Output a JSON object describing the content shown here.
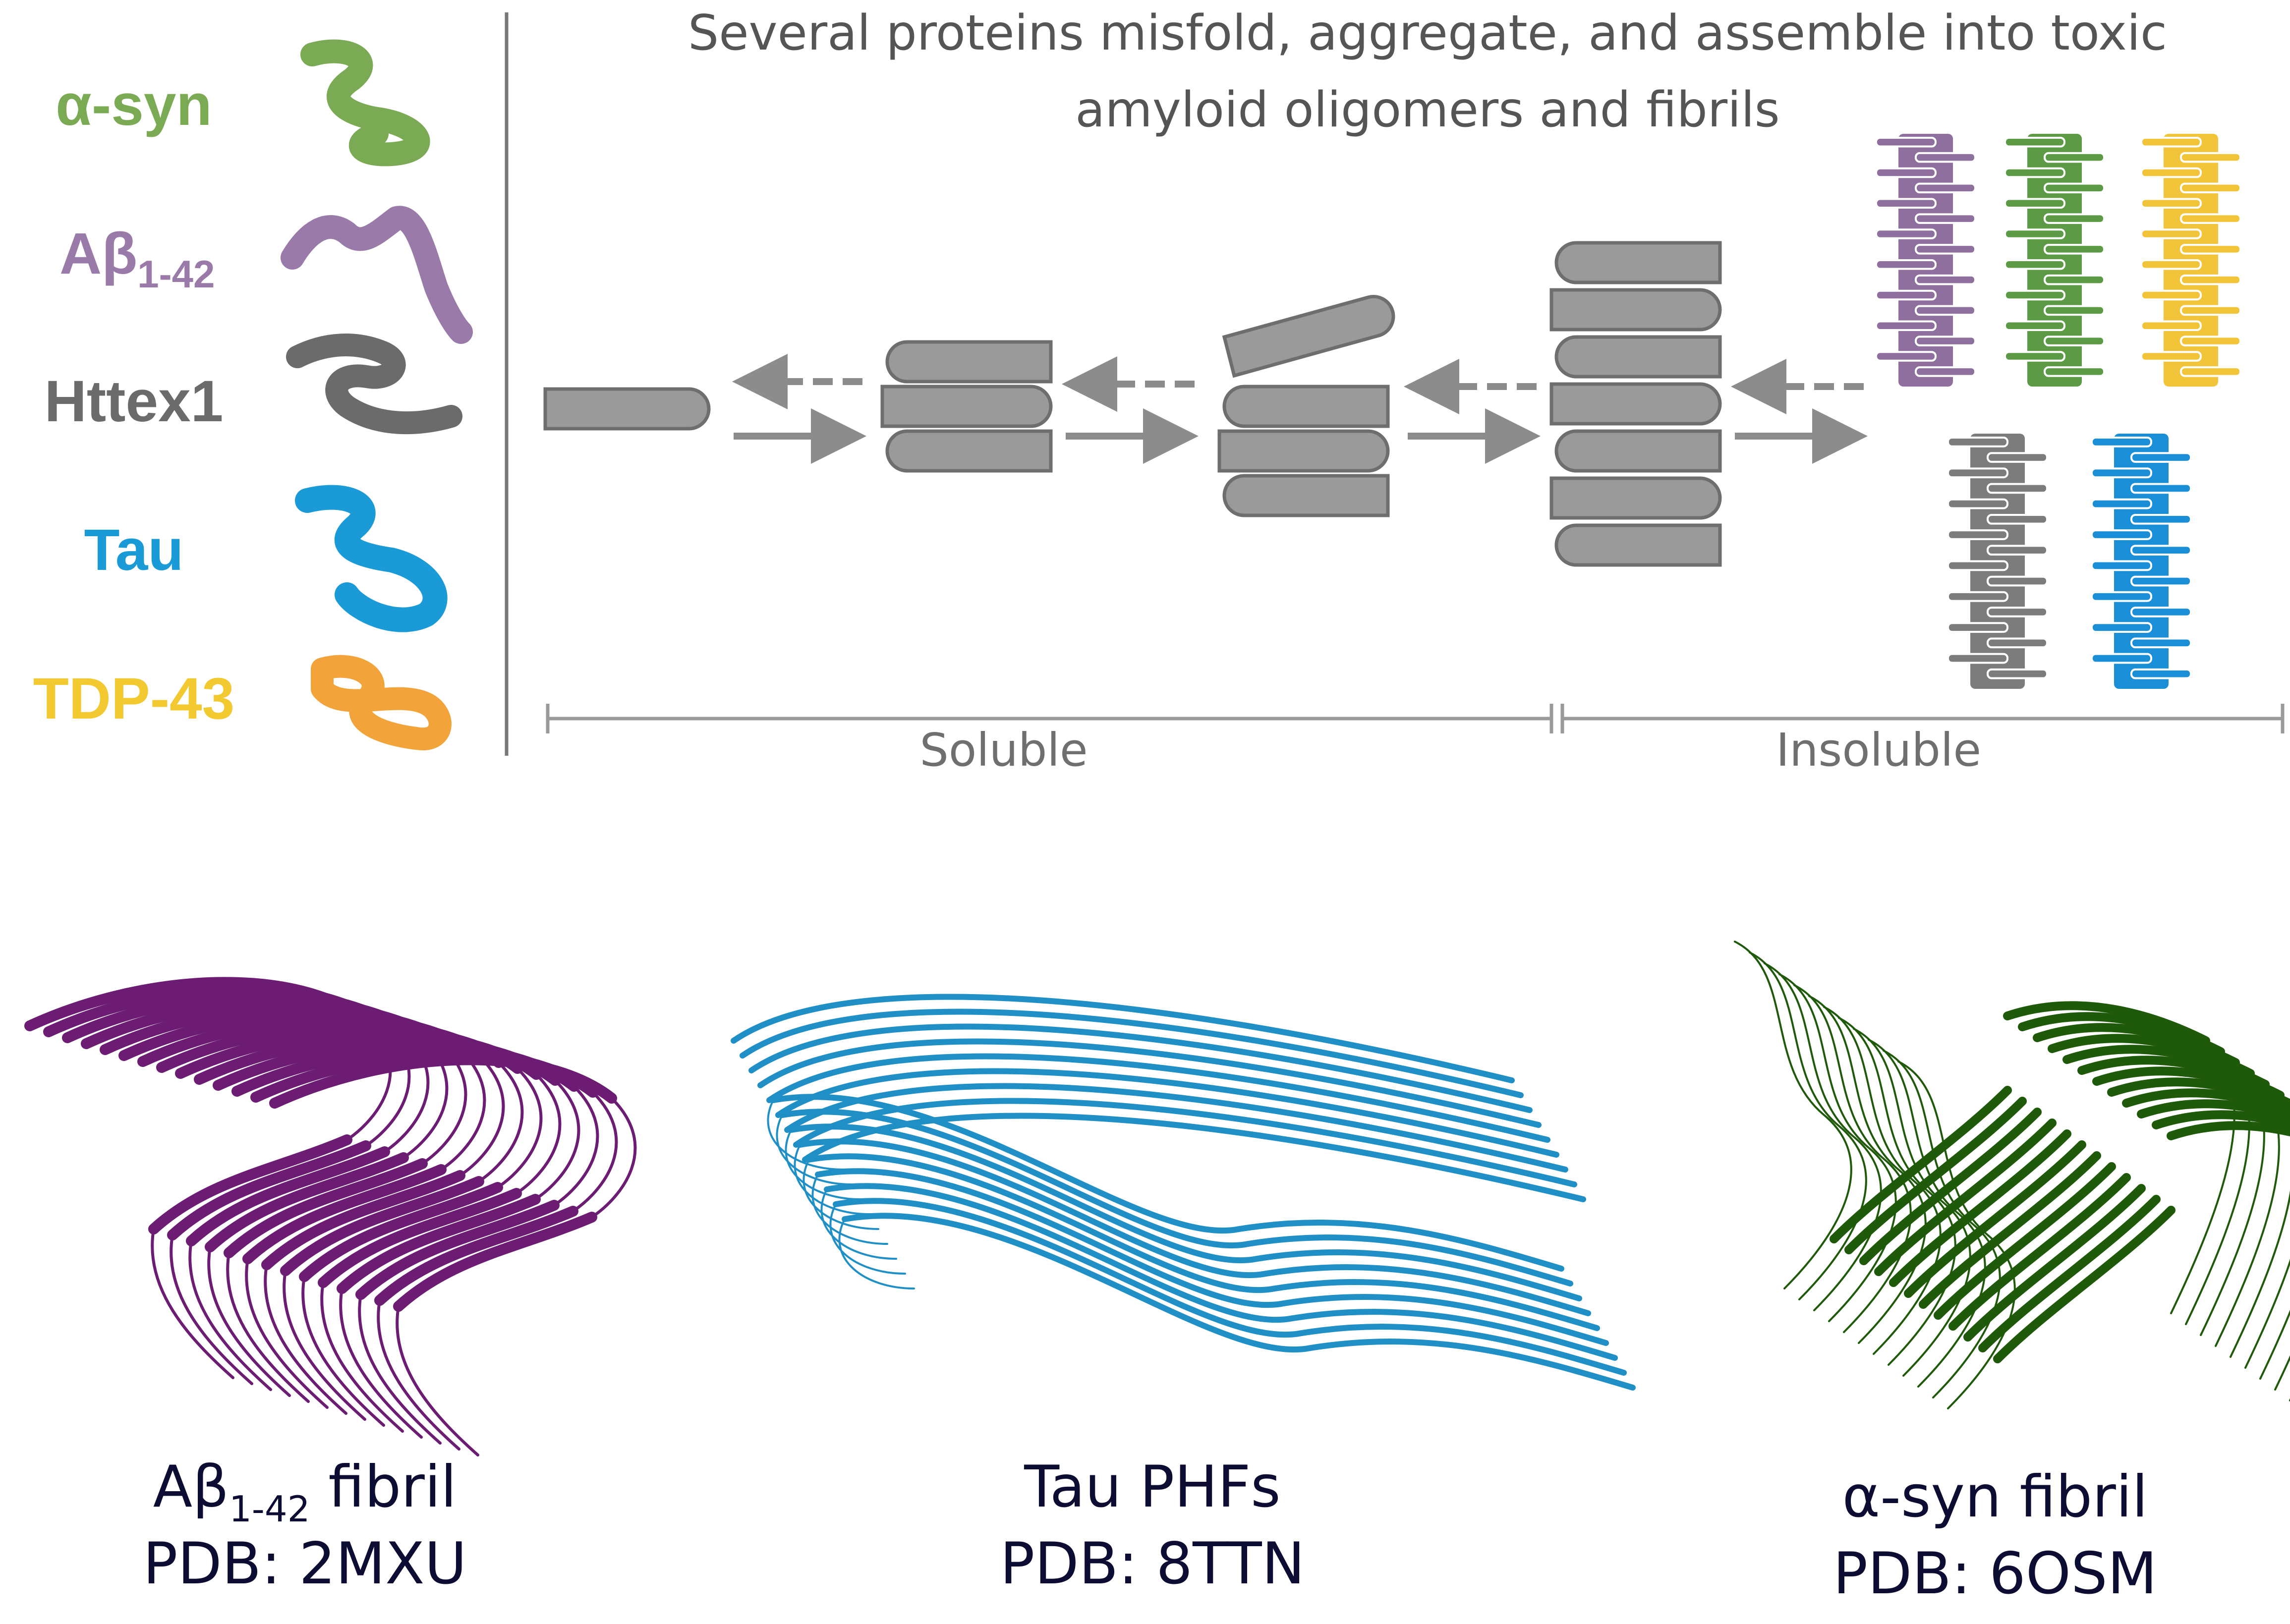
{
  "title": {
    "line1": "Several proteins misfold, aggregate, and assemble into toxic",
    "line2": "amyloid oligomers and  fibrils"
  },
  "proteins": [
    {
      "name": "α-syn",
      "base": "α-syn",
      "sub": "",
      "color": "#7aaa53"
    },
    {
      "name": "Aβ1-42",
      "base": "Aβ",
      "sub": "1-42",
      "color": "#9a7aa8"
    },
    {
      "name": "Httex1",
      "base": "Httex1",
      "sub": "",
      "color": "#6b6b6b"
    },
    {
      "name": "Tau",
      "base": "Tau",
      "sub": "",
      "color": "#1a9ad6"
    },
    {
      "name": "TDP-43",
      "base": "TDP-43",
      "sub": "",
      "color": "#f2c931"
    }
  ],
  "ranges": {
    "soluble": "Soluble",
    "insoluble": "Insoluble"
  },
  "fibrils": [
    {
      "name": "Aβ1-42 fibril",
      "base": "Aβ",
      "sub": "1-42",
      "suffix": " fibril",
      "pdb": "PDB: 2MXU",
      "color": "#6d1c73"
    },
    {
      "name": "Tau PHFs",
      "base": "Tau PHFs",
      "sub": "",
      "suffix": "",
      "pdb": "PDB: 8TTN",
      "color": "#1f8fc6"
    },
    {
      "name": "α-syn fibril",
      "base": "α-syn fibril",
      "sub": "",
      "suffix": "",
      "pdb": "PDB: 6OSM",
      "color": "#1f5a0a"
    }
  ],
  "colors": {
    "aggregate": "#9a9a9a",
    "aggregate_stroke": "#6e6e6e",
    "arrow": "#8c8c8c",
    "divider": "#777777",
    "fibril_stacks": [
      "#8f6f9e",
      "#5c9a45",
      "#f2c43a",
      "#7c7c7c",
      "#1a8fd8"
    ]
  }
}
